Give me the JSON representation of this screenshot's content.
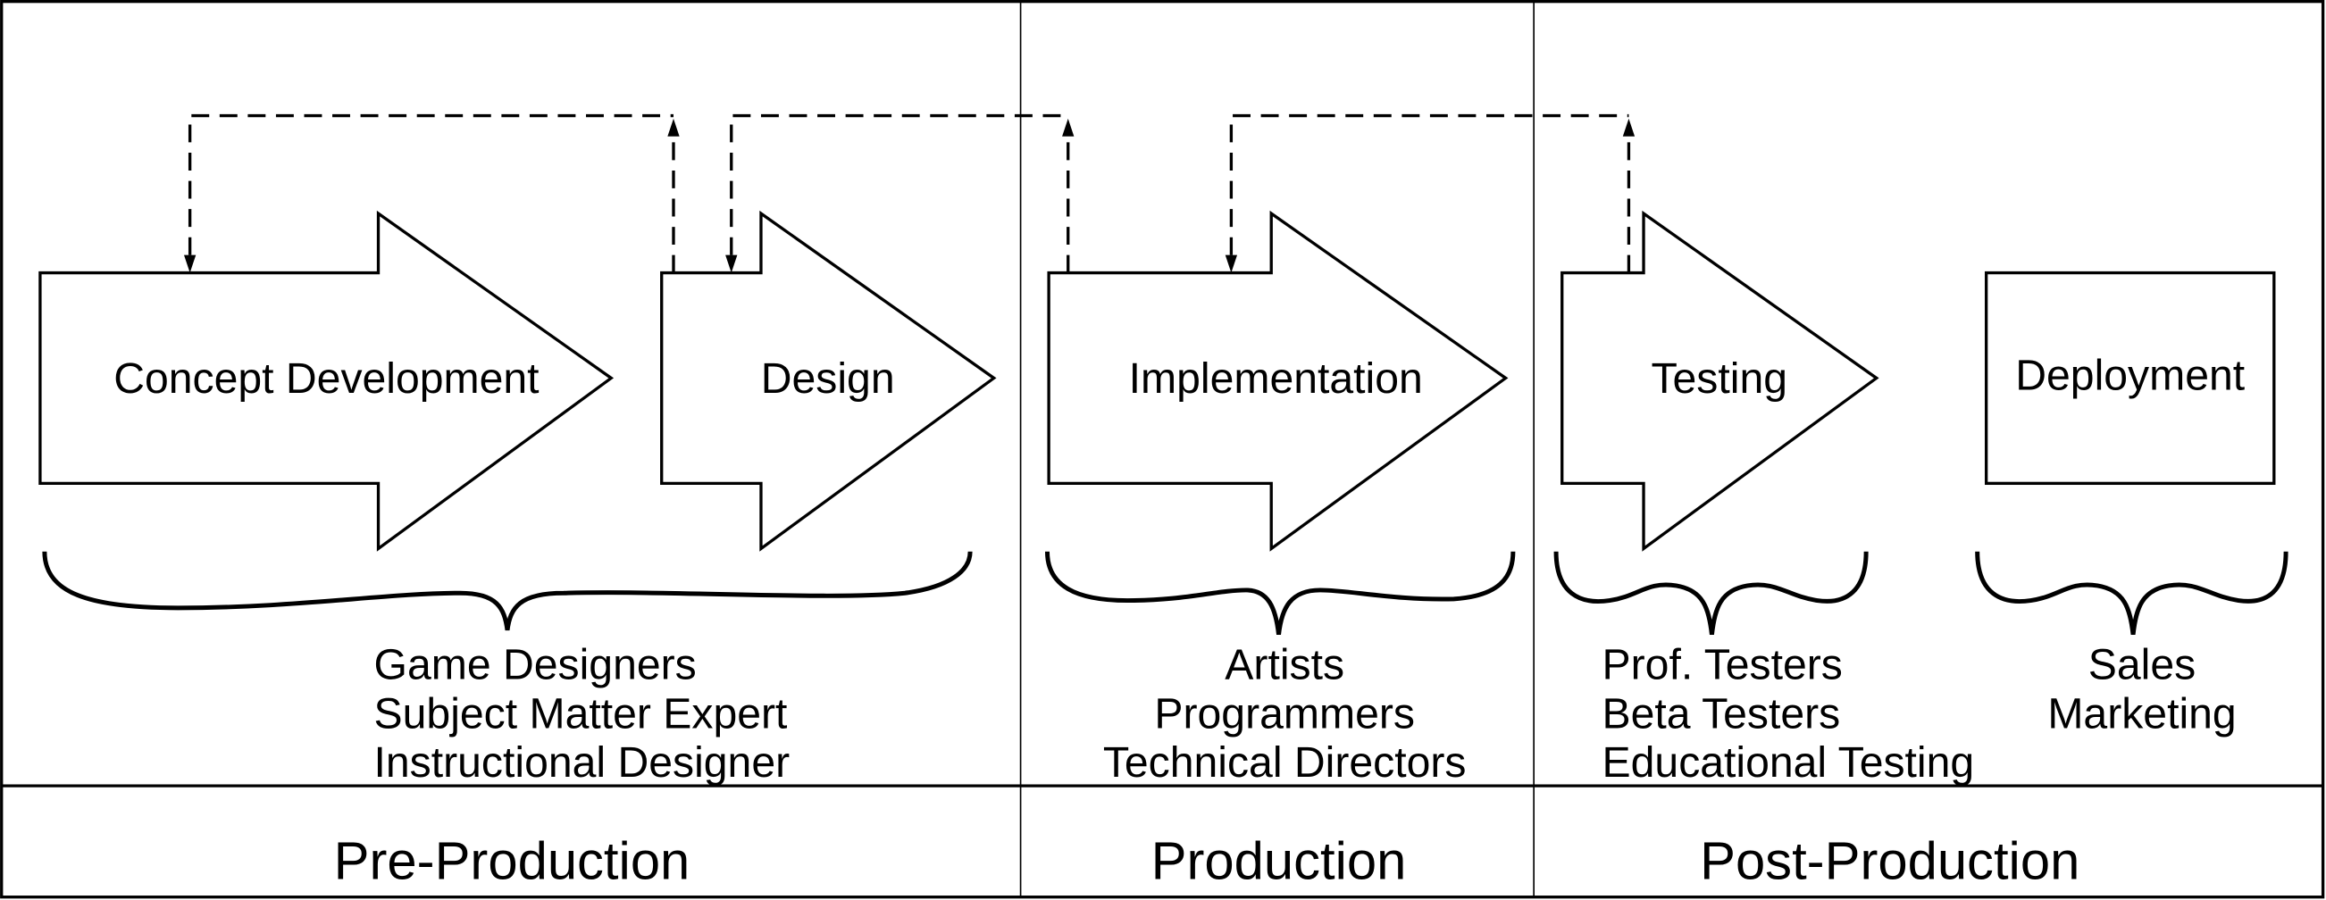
{
  "stages": [
    {
      "label": "Concept Development"
    },
    {
      "label": "Design"
    },
    {
      "label": "Implementation"
    },
    {
      "label": "Testing"
    },
    {
      "label": "Deployment"
    }
  ],
  "groups": [
    {
      "lines": [
        "Game Designers",
        "Subject Matter Expert",
        "Instructional Designer"
      ]
    },
    {
      "lines": [
        "Artists",
        "Programmers",
        "Technical Directors"
      ]
    },
    {
      "lines": [
        "Prof. Testers",
        "Beta Testers",
        "Educational Testing"
      ]
    },
    {
      "lines": [
        "Sales",
        "Marketing"
      ]
    }
  ],
  "phases": [
    "Pre-Production",
    "Production",
    "Post-Production"
  ]
}
